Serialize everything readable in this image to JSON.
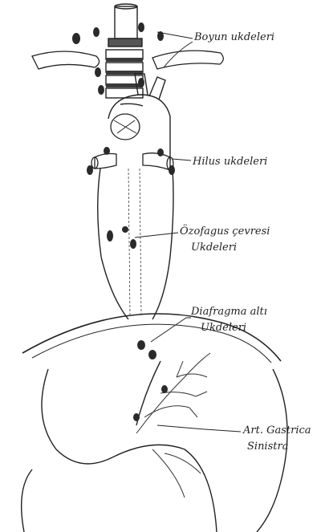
{
  "labels": {
    "neck_nodes": "Boyun ukdeleri",
    "hilus_nodes": "Hilus ukdeleri",
    "esophageal_line1": "Özofagus çevresi",
    "esophageal_line2": "Ukdeleri",
    "subdiaphragm_line1": "Diafragma altı",
    "subdiaphragm_line2": "Ukdeleri",
    "gastric_line1": "Art. Gastrica",
    "gastric_line2": "Sinistra"
  },
  "colors": {
    "ink": "#222222",
    "node": "#2a2a2a",
    "paper": "#ffffff"
  }
}
